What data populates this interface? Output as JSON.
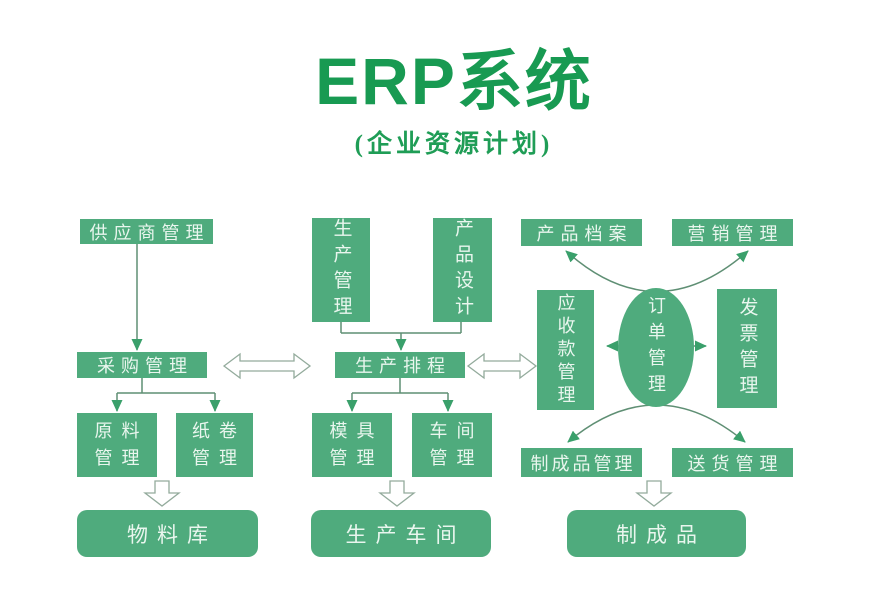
{
  "title": "ERP系统",
  "subtitle": "(企业资源计划)",
  "colors": {
    "title_green": "#189a52",
    "box_green": "#4fab7d",
    "box_text": "#e9f6ee",
    "connector_line": "#5f8f74",
    "arrowhead": "#3aa06b",
    "hollow_arrow_stroke": "#93ab9c"
  },
  "columns": {
    "supply": {
      "supplier": "供应商管理",
      "purchase": "采购管理",
      "raw_material": {
        "label": "原料管理",
        "lines": [
          "原料",
          "管理"
        ]
      },
      "paper_roll": {
        "label": "纸卷管理",
        "lines": [
          "纸卷",
          "管理"
        ]
      },
      "material_store": "物料库"
    },
    "production": {
      "production_mgmt": "生产管理",
      "product_design": "产品设计",
      "scheduling": "生产排程",
      "mold": {
        "label": "模具管理",
        "lines": [
          "模具",
          "管理"
        ]
      },
      "workshop": {
        "label": "车间管理",
        "lines": [
          "车间",
          "管理"
        ]
      },
      "production_workshop": "生产车间"
    },
    "order": {
      "product_archive": "产品档案",
      "marketing": "营销管理",
      "receivables": "应收款管理",
      "order_mgmt": "订单管理",
      "invoice": "发票管理",
      "finished_goods_mgmt": "制成品管理",
      "delivery": "送货管理",
      "finished_goods": "制成品"
    }
  }
}
